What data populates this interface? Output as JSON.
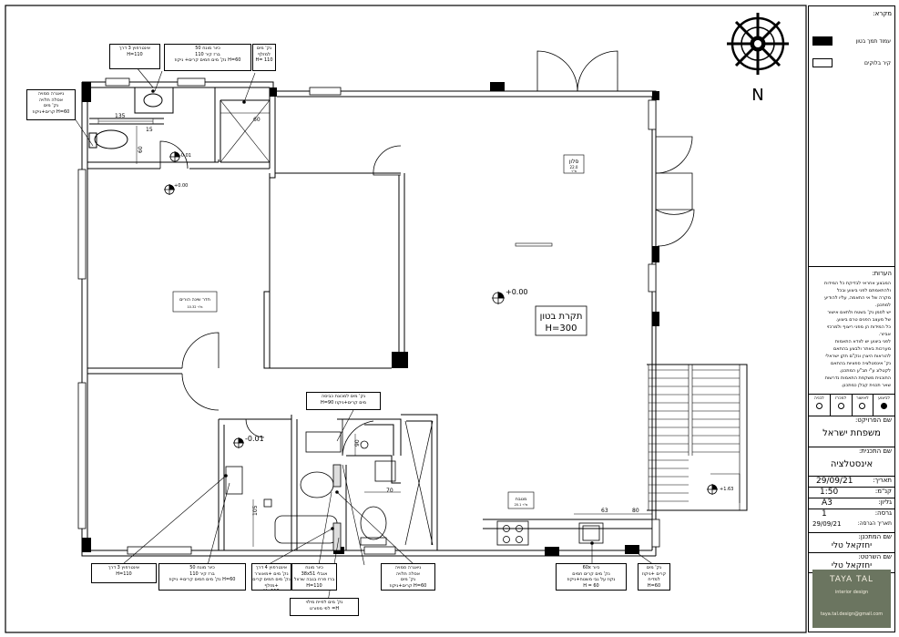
{
  "plan": {
    "rooms": {
      "salon": "סלון",
      "salon_area": "22.0",
      "salon_unit": "מ\"ר",
      "bedroom": "חדר שינה הורים",
      "bedroom_area": "10.32 מ\"ר",
      "kitchen": "מטבח",
      "kitchen_area": "20.1 מ\"ר",
      "ceiling_label": "תקרת בטון",
      "ceiling_height": "H=300"
    },
    "levels": {
      "level_main": "+0.00",
      "level_small": "+0.00",
      "level_wc": "-0.01",
      "level_bath": "-0.01",
      "level_stair": "+1.63"
    },
    "dimensions": {
      "d135": "135",
      "d15": "15",
      "d60a": "60",
      "d60b": "60",
      "d70": "70",
      "d63": "63",
      "d80": "80",
      "d105": "105",
      "d90": "90"
    },
    "north": "N",
    "notes": [
      {
        "id": "n1",
        "lines": [
          "אינטרפוץ 3 דרך",
          "H=110"
        ]
      },
      {
        "id": "n2",
        "lines": [
          "כיור מונח 50",
          "ברז קיר  110",
          "H=60 נק' מים חמים קרים+ ניקוז"
        ]
      },
      {
        "id": "n3",
        "lines": [
          "נק' מים",
          "למזלף",
          "H= 110"
        ]
      },
      {
        "id": "n4",
        "lines": [
          "ניאגרה סמויה",
          "אסלה תלויה",
          "נק' מים",
          "H=60 קרים+ניקוז"
        ]
      },
      {
        "id": "n5",
        "lines": [
          "נק' מים למכונת כביסה",
          "מים קרים+ניקוז H=90"
        ]
      },
      {
        "id": "n6",
        "lines": [
          "אינטרפוץ 3 דרך",
          "H=110"
        ]
      },
      {
        "id": "n7",
        "lines": [
          "כיור מונח 50",
          "ברז קיר  110",
          "H=60 נק' מים חמים קרים+ ניקוז"
        ]
      },
      {
        "id": "n8",
        "lines": [
          "אינטרפוץ 4 דרך",
          "נק' מים +מאוורר",
          "נק' מים חמים קרים",
          "+מזלף",
          "H=110"
        ]
      },
      {
        "id": "n9",
        "lines": [
          "כיור מונח",
          "אובלי 38x51",
          "ברז פרח בגבה שרוול",
          "H=110",
          "+ניקוז"
        ]
      },
      {
        "id": "n10",
        "lines": [
          "ניאגרה סמויה",
          "אסלה תלויה",
          "נק' מים",
          "H=60 קרים+ניקוז"
        ]
      },
      {
        "id": "n11",
        "lines": [
          "נק' מים לפיית מילוי",
          "H= לפי מפורט"
        ]
      },
      {
        "id": "n12",
        "lines": [
          "כיור 60x",
          "נק' מים קרים חמים",
          "נקוז על גבי משטח+ניקוז",
          "H = 60"
        ]
      },
      {
        "id": "n13",
        "lines": [
          "נק' מים",
          "קרים +ניקוז",
          "למדיח",
          "H=60"
        ]
      }
    ]
  },
  "titleblock": {
    "legend_title": "מקרא:",
    "legend_items": [
      {
        "label": "עמוד תמך בטון",
        "color": "#000000"
      },
      {
        "label": "קיר בלוקים",
        "color": "#ffffff"
      }
    ],
    "notes_title": "הערות:",
    "notes_lines": [
      "המבצע אחראי לבדיקת כל המידות",
      "ולהתאמתם לפני ביצוע ובכל",
      "מקרה של אי התאמה, עליו להודיע",
      "למתכנן.",
      "יש לסמן נק' בשטח ולתאם אישור",
      "של מעצב הפנים טרם ביצוע.",
      "כל המידות הן מפני ריצוף ולמרכזי",
      "אביזר.",
      "לפני ביצוע יש לוודא התאמות",
      "מערכות באתר ולבצע בהתאם",
      "להוראות היצרן ונק\"ם תקן ישראלי",
      "נק' אינסטלציה ספציות בהתאם",
      "לקטלוג ע\"י תב\"ע המתכנן.",
      "התוכנית משקפת התאמות נדרשות",
      "שאר תכנית קבלן כמתכנן."
    ],
    "status_labels": [
      "לביצוע",
      "לאישור",
      "למכרז",
      "לבניה"
    ],
    "project_label": "שם הפרויקט:",
    "project_name": "משפחת ישראל",
    "plan_label": "שם התכנית:",
    "plan_name": "אינסטלציה",
    "date_label": "תאריך:",
    "date_value": "29/09/21",
    "scale_label": "קנ\"מ:",
    "scale_value": "1:50",
    "sheet_label": "גליון:",
    "sheet_value": "A3",
    "version_label": "גרסה:",
    "version_value": "1",
    "version_date_label": "תאריך הגרסה:",
    "version_date_value": "29/09/21",
    "designer_label": "שם המתכנן:",
    "designer_name": "יחזקאל טלי",
    "drafter_label": "שם השרטט:",
    "drafter_name": "יחזקאל טלי",
    "logo_title": "TAYA TAL",
    "logo_line1": "interior design",
    "logo_line2": "taya.tal.design@gmail.com"
  }
}
